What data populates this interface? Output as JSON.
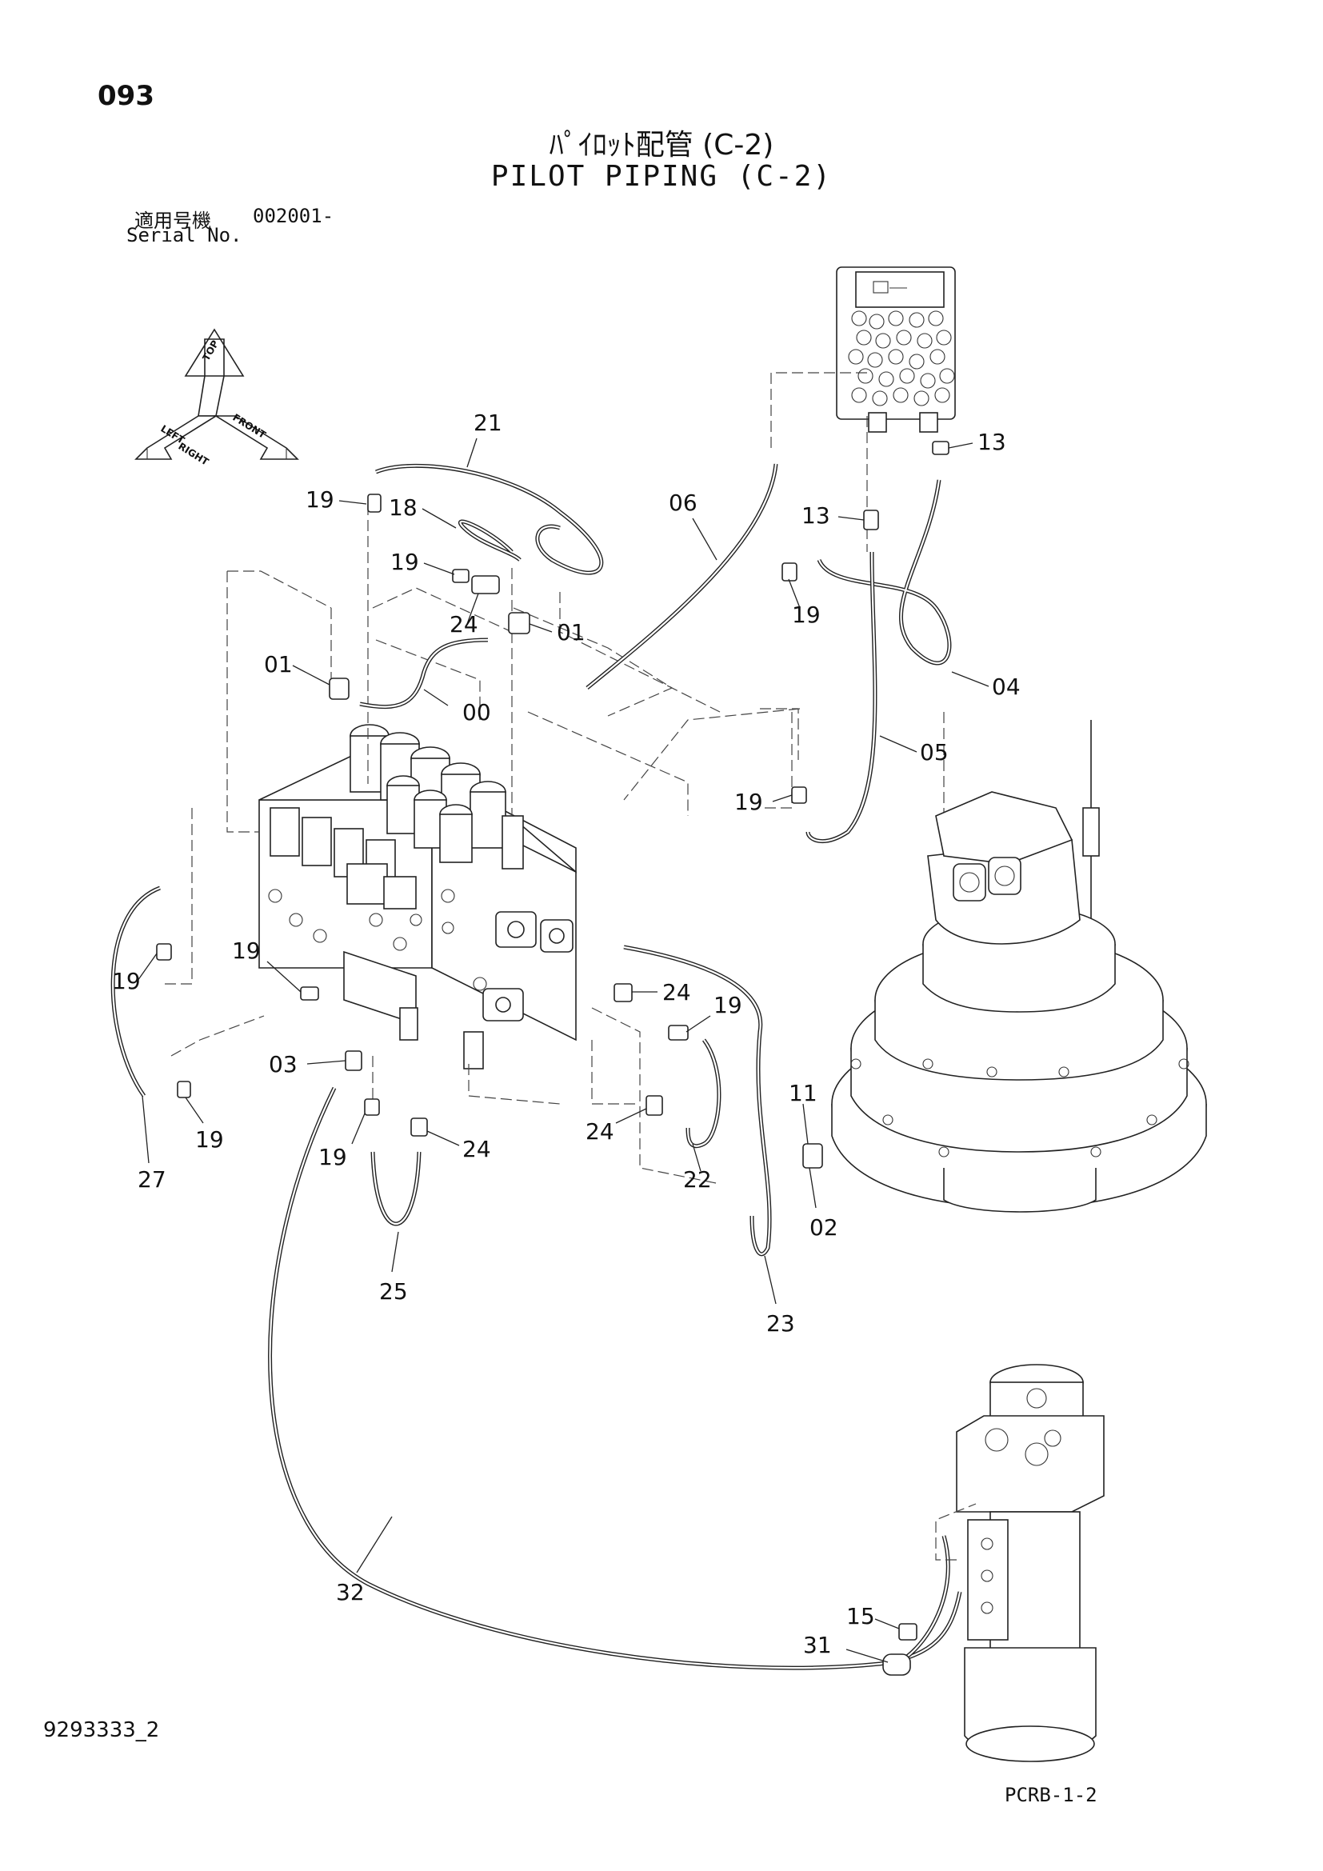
{
  "page_number": "093",
  "title_jp": "ﾊﾟｲﾛｯﾄ配管 (C-2)",
  "title_en": "PILOT PIPING (C-2)",
  "serial": {
    "label_jp": "適用号機",
    "value": "002001-",
    "label_en": "Serial No."
  },
  "orientation": [
    "TOP",
    "LEFT",
    "RIGHT",
    "FRONT"
  ],
  "callouts": {
    "c21": "21",
    "c19a": "19",
    "c18": "18",
    "c19b": "19",
    "c24a": "24",
    "c01a": "01",
    "c01b": "01",
    "c00": "00",
    "c06": "06",
    "c13a": "13",
    "c13b": "13",
    "c19c": "19",
    "c04": "04",
    "c05": "05",
    "c19d": "19",
    "c19e": "19",
    "c19f": "19",
    "c24b": "24",
    "c19g": "19",
    "c03": "03",
    "c19h": "19",
    "c27": "27",
    "c19i": "19",
    "c24c": "24",
    "c24d": "24",
    "c22": "22",
    "c11": "11",
    "c02": "02",
    "c25": "25",
    "c23": "23",
    "c32": "32",
    "c15": "15",
    "c31": "31"
  },
  "document_number": "9293333_2",
  "sheet_code": "PCRB-1-2"
}
